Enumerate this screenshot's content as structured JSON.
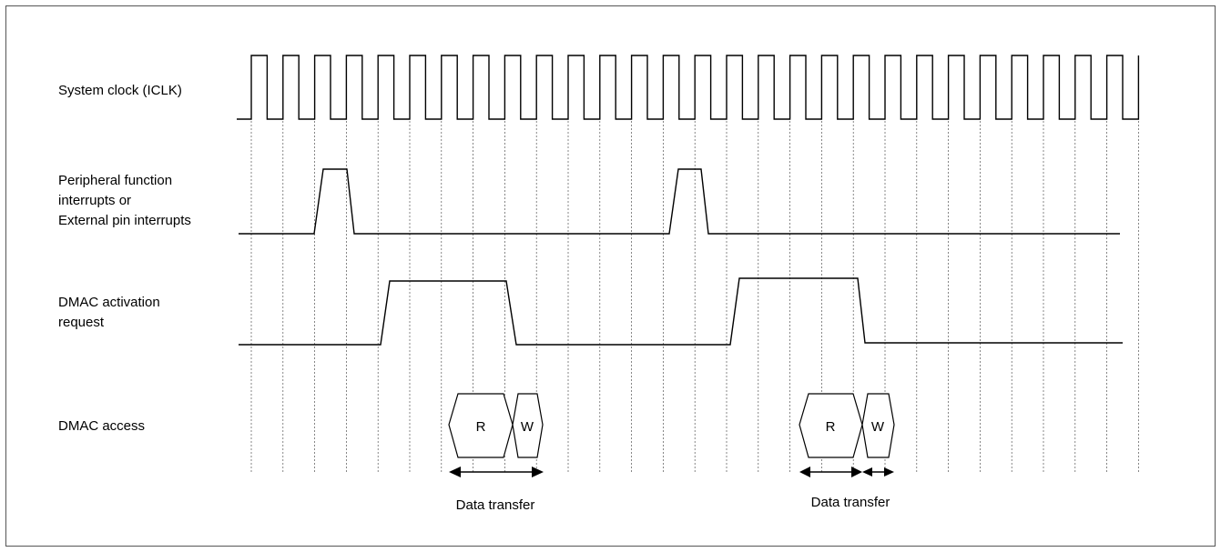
{
  "signals": {
    "clock": {
      "label_lines": [
        "System clock (ICLK)"
      ]
    },
    "interrupt": {
      "label_lines": [
        "Peripheral function",
        "interrupts or",
        "External pin interrupts"
      ]
    },
    "activation": {
      "label_lines": [
        "DMAC activation",
        "request"
      ]
    },
    "access": {
      "label_lines": [
        "DMAC access"
      ]
    }
  },
  "transfers": [
    {
      "read_label": "R",
      "write_label": "W",
      "caption": "Data transfer"
    },
    {
      "read_label": "R",
      "write_label": "W",
      "caption": "Data transfer"
    }
  ]
}
